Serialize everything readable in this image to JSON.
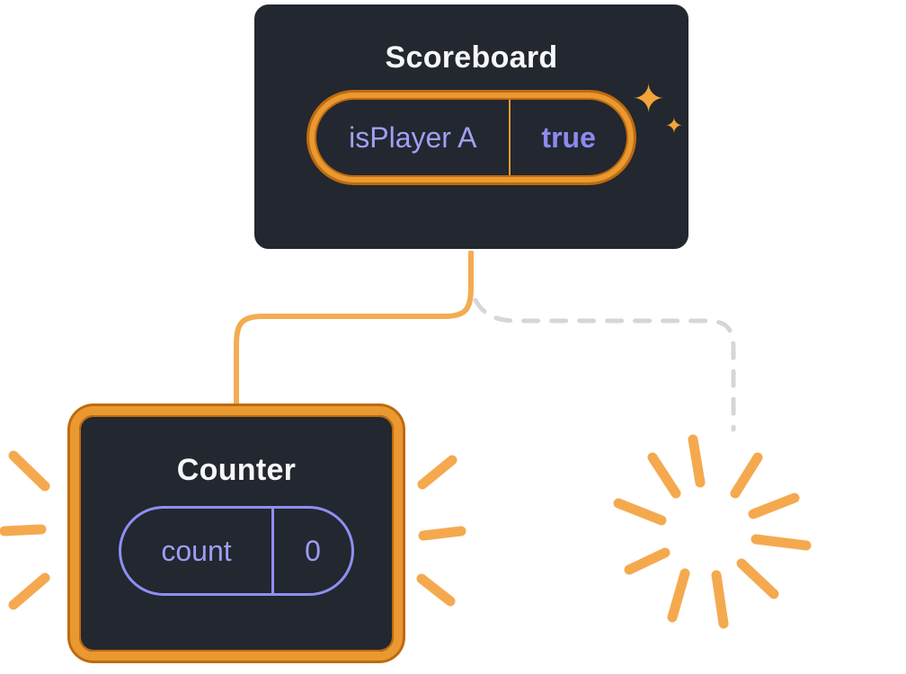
{
  "diagram": {
    "scoreboard": {
      "title": "Scoreboard",
      "state_key": "isPlayer A",
      "state_value": "true"
    },
    "counter": {
      "title": "Counter",
      "state_key": "count",
      "state_value": "0"
    },
    "sparkle_glyph": "✦"
  },
  "icons": {
    "sparkle_large": "sparkle-icon",
    "sparkle_small": "sparkle-icon",
    "poof": "poof-burst-icon",
    "emphasis": "emphasis-rays-icon"
  },
  "colors": {
    "card_background": "#23272F",
    "highlight_orange": "#E9992F",
    "highlight_orange_dark": "#BE6A11",
    "ray_orange": "#F5A94F",
    "connector_orange": "#F3AC52",
    "connector_dashed_gray": "#D6D6D6",
    "state_purple": "#A0A0F5",
    "state_purple_bold": "#8B8BF0",
    "title_white": "#F6F7F9",
    "page_background": "#FFFFFF"
  }
}
